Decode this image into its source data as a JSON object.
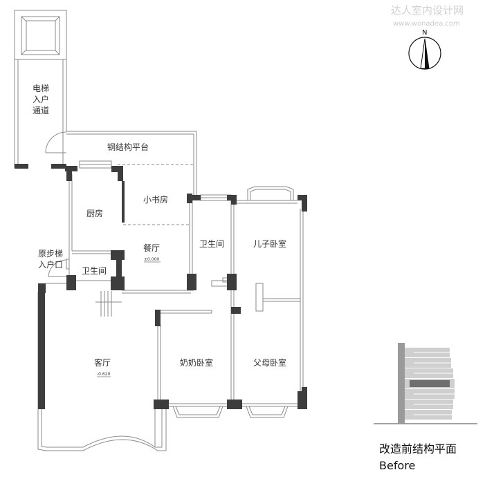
{
  "watermark": {
    "name": "达人室内设计网",
    "url": "www.wonadea.com"
  },
  "compass": {
    "label": "N"
  },
  "rooms": {
    "elevator_passage": [
      "电梯",
      "入户",
      "通道"
    ],
    "steel_platform": "钢结构平台",
    "kitchen": "厨房",
    "study": "小书房",
    "dining": "餐厅",
    "dining_level": "±0.000",
    "bathroom_center": "卫生间",
    "bathroom_small": "卫生间",
    "original_stair": [
      "原步梯",
      "入户口"
    ],
    "child_bedroom": "儿子卧室",
    "living": "客厅",
    "living_level": "-0.620",
    "grandma_bedroom": "奶奶卧室",
    "parents_bedroom": "父母卧室"
  },
  "colors": {
    "wall_fill": "#3d3d3d",
    "line": "#8a8a8a",
    "building_main": "#cfcfcf",
    "building_highlight": "#6e6e6e",
    "building_mid": "#9a9a9a"
  },
  "caption": {
    "title": "改造前结构平面",
    "subtitle": "Before"
  }
}
